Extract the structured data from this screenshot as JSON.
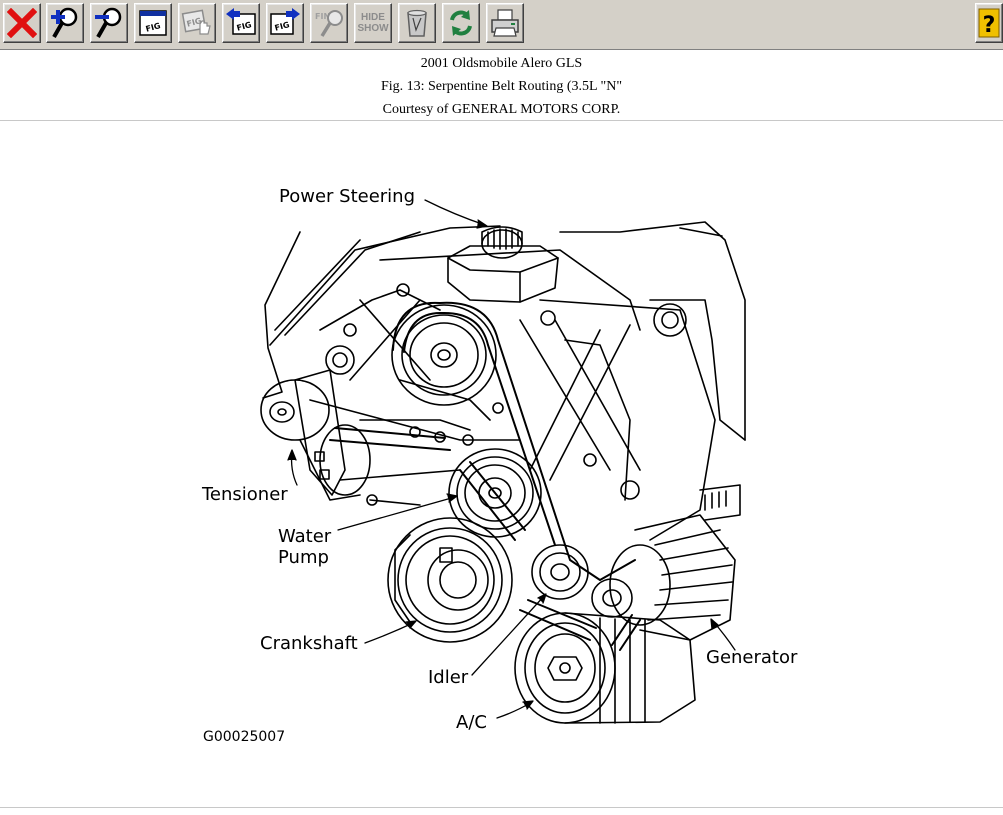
{
  "toolbar": {
    "close_icon": "red-x-icon",
    "zoom_in_icon": "magnifier-plus-icon",
    "zoom_out_icon": "magnifier-minus-icon",
    "fig_label": "FIG",
    "find_label": "FIND",
    "hide_show_label": "HIDE\nSHOW",
    "help_label": "?"
  },
  "header": {
    "line1": "2001 Oldsmobile Alero GLS",
    "line2": "Fig. 13: Serpentine Belt Routing (3.5L \"N\"",
    "line3": "Courtesy of GENERAL MOTORS CORP."
  },
  "figure": {
    "labels": {
      "power_steering": "Power Steering",
      "tensioner": "Tensioner",
      "water_pump_1": "Water",
      "water_pump_2": "Pump",
      "crankshaft": "Crankshaft",
      "idler": "Idler",
      "generator": "Generator",
      "ac": "A/C"
    },
    "code": "G00025007"
  },
  "colors": {
    "toolbar_bg": "#d4d0c8",
    "close_red": "#e01010",
    "help_yellow": "#f0c000"
  }
}
